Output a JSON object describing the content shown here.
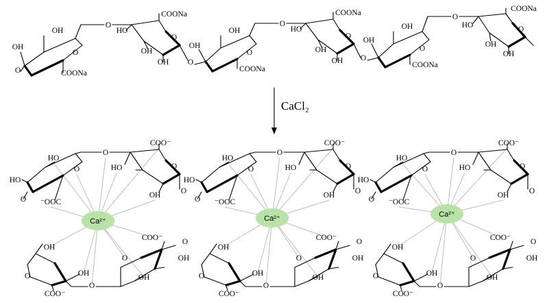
{
  "reagent": "CaCl₂",
  "labels": {
    "hydroxyl": "OH",
    "hydroxyl_left": "HO",
    "oxygen": "O",
    "carboxylate_sodium": "COONa",
    "carboxylate": "COO⁻",
    "carboxylate_left": "⁻OOC",
    "calcium_ion": "Ca²⁺"
  },
  "colors": {
    "ion_fill": "#b9e3a6",
    "coordination_line": "#bdbdbd",
    "bond": "#000000"
  }
}
